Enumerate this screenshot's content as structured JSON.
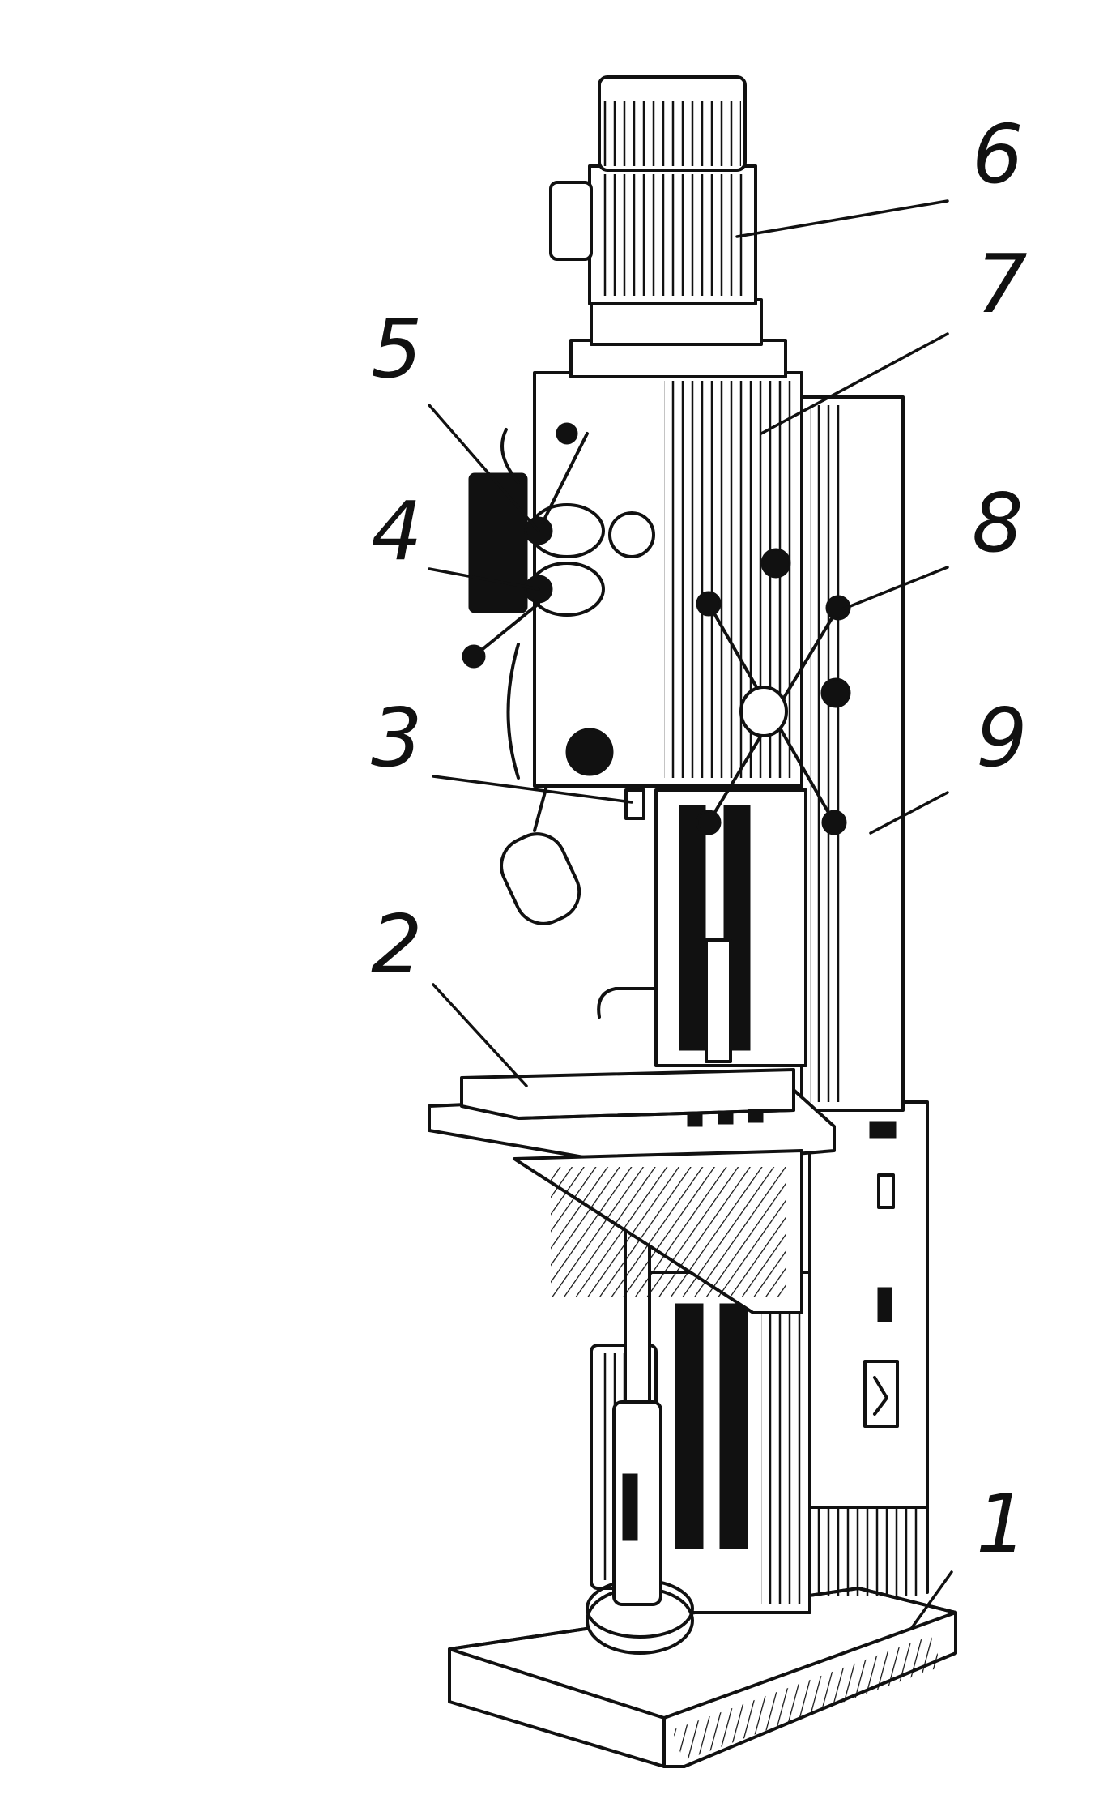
{
  "callouts": [
    {
      "id": "1",
      "text": "1"
    },
    {
      "id": "2",
      "text": "2"
    },
    {
      "id": "3",
      "text": "3"
    },
    {
      "id": "4",
      "text": "4"
    },
    {
      "id": "5",
      "text": "5"
    },
    {
      "id": "6",
      "text": "6"
    },
    {
      "id": "7",
      "text": "7"
    },
    {
      "id": "8",
      "text": "8"
    },
    {
      "id": "9",
      "text": "9"
    }
  ],
  "colors": {
    "ink": "#111111",
    "paper": "#ffffff"
  }
}
